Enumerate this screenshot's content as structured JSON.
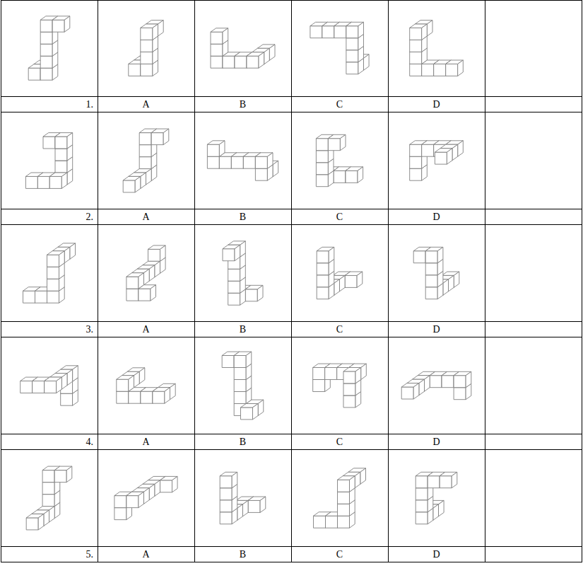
{
  "diagram": {
    "labels": [
      "1.",
      "A",
      "B",
      "C",
      "D",
      "2.",
      "A",
      "B",
      "C",
      "D",
      "3.",
      "A",
      "B",
      "C",
      "D",
      "4.",
      "A",
      "B",
      "C",
      "D",
      "5.",
      "A",
      "B",
      "C",
      "D"
    ]
  }
}
